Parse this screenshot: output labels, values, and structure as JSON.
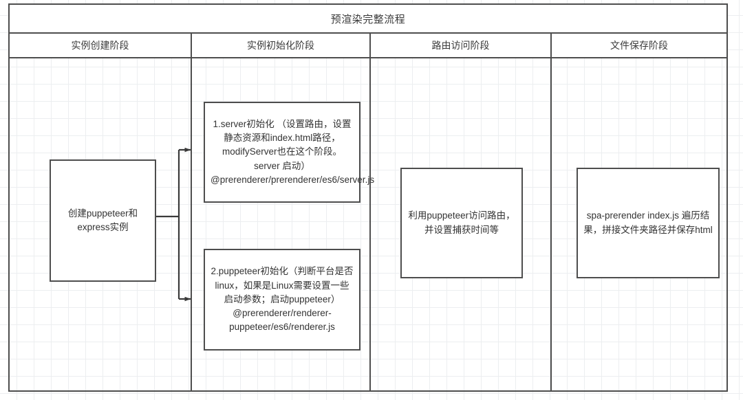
{
  "diagram": {
    "title": "预渲染完整流程",
    "type": "swimlane-flowchart",
    "lanes": [
      {
        "id": "lane-instance-creation",
        "header": "实例创建阶段",
        "nodes": [
          {
            "id": "node-create",
            "text": "创建puppeteer和express实例"
          }
        ]
      },
      {
        "id": "lane-instance-init",
        "header": "实例初始化阶段",
        "nodes": [
          {
            "id": "node-server",
            "text": "1.server初始化 （设置路由，设置静态资源和index.html路径，modifyServer也在这个阶段。server 启动）@prerenderer/prerenderer/es6/server.js"
          },
          {
            "id": "node-pptr",
            "text": "2.puppeteer初始化（判断平台是否linux，如果是Linux需要设置一些启动参数；启动puppeteer）@prerenderer/renderer-puppeteer/es6/renderer.js"
          }
        ]
      },
      {
        "id": "lane-route-visit",
        "header": "路由访问阶段",
        "nodes": [
          {
            "id": "node-route",
            "text": "利用puppeteer访问路由，并设置捕获时间等"
          }
        ]
      },
      {
        "id": "lane-file-save",
        "header": "文件保存阶段",
        "nodes": [
          {
            "id": "node-save",
            "text": "spa-prerender index.js 遍历结果，拼接文件夹路径并保存html"
          }
        ]
      }
    ],
    "connectors": [
      {
        "id": "connector-create-to-server",
        "from": "node-create",
        "to": "node-server",
        "style": "orthogonal-arrow"
      },
      {
        "id": "connector-create-to-pptr",
        "from": "node-create",
        "to": "node-pptr",
        "style": "orthogonal-arrow"
      }
    ],
    "colors": {
      "stroke": "#4d4d4d",
      "grid": "#eceef0",
      "text": "#333333",
      "background": "#ffffff"
    }
  }
}
